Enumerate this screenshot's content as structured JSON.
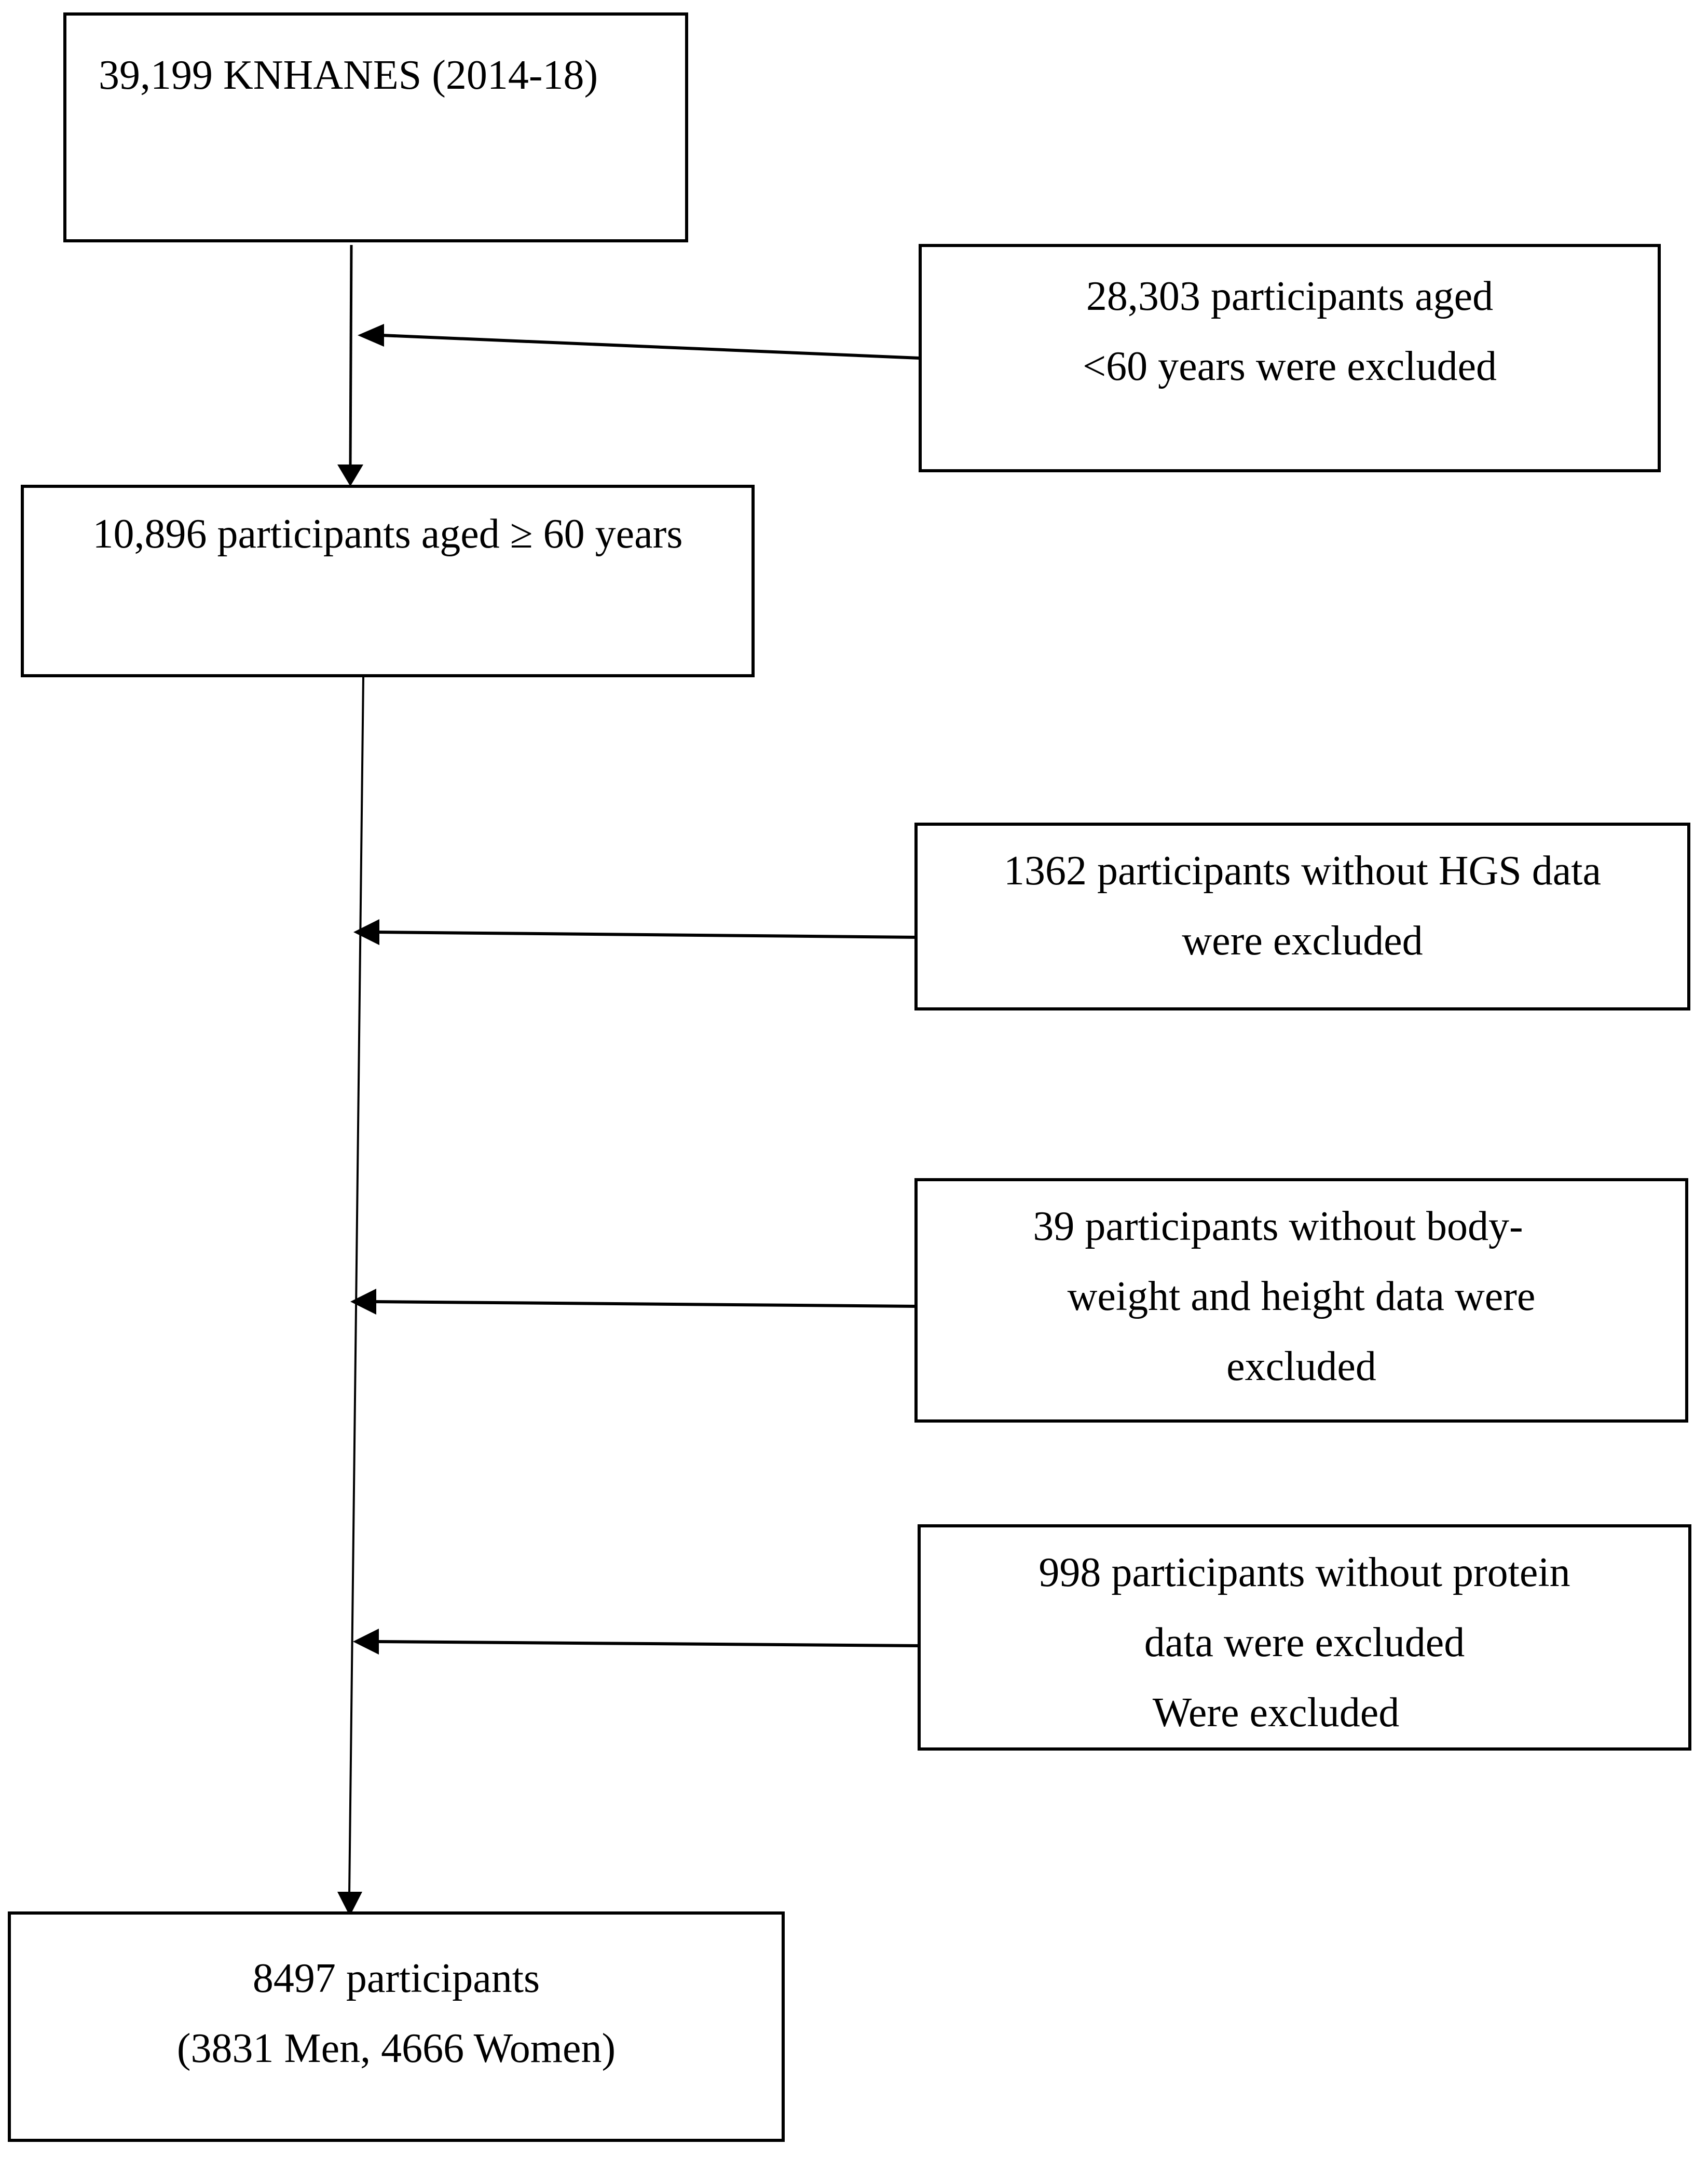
{
  "diagram": {
    "type": "flowchart",
    "title": "",
    "colors": {
      "background": "#ffffff",
      "stroke": "#000000",
      "text": "#000000"
    },
    "boxes": {
      "source": {
        "lines": [
          "39,199 KNHANES (2014-18)"
        ]
      },
      "excluded_age": {
        "lines": [
          "28,303 participants aged",
          "<60 years were excluded"
        ]
      },
      "aged60": {
        "lines": [
          "10,896 participants aged ≥ 60 years"
        ]
      },
      "excluded_hgs": {
        "lines": [
          "1362 participants without HGS data",
          "were excluded"
        ]
      },
      "excluded_bodyweight": {
        "lines": [
          "39 participants without body-",
          "weight and height data were",
          "excluded"
        ]
      },
      "excluded_protein": {
        "lines": [
          "998 participants without protein",
          "data were excluded",
          "Were excluded"
        ]
      },
      "final": {
        "lines": [
          "8497 participants",
          "(3831 Men, 4666 Women)"
        ]
      }
    },
    "flow": [
      {
        "from": "source",
        "to": "aged60",
        "kind": "main"
      },
      {
        "from": "excluded_age",
        "to": "main-line-1",
        "kind": "exclusion"
      },
      {
        "from": "aged60",
        "to": "final",
        "kind": "main"
      },
      {
        "from": "excluded_hgs",
        "to": "main-line-2",
        "kind": "exclusion"
      },
      {
        "from": "excluded_bodyweight",
        "to": "main-line-2",
        "kind": "exclusion"
      },
      {
        "from": "excluded_protein",
        "to": "main-line-2",
        "kind": "exclusion"
      }
    ],
    "counts": {
      "knhanes_total": 39199,
      "excluded_under_60": 28303,
      "aged_60_plus": 10896,
      "excluded_no_hgs": 1362,
      "excluded_no_body_measures": 39,
      "excluded_no_protein": 998,
      "final_total": 8497,
      "final_men": 3831,
      "final_women": 4666
    }
  }
}
